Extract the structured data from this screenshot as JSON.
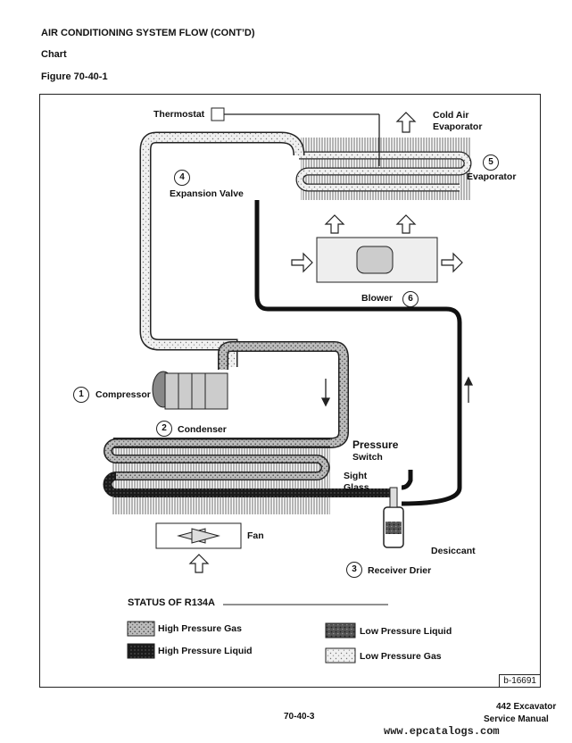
{
  "header": {
    "title": "AIR CONDITIONING SYSTEM FLOW (CONT’D)",
    "subtitle": "Chart",
    "figure": "Figure 70-40-1"
  },
  "diagram": {
    "thermostat": "Thermostat",
    "cold_air": "Cold Air",
    "evaporator_top": "Evaporator",
    "evaporator_num": "5",
    "evaporator": "Evaporator",
    "expansion_num": "4",
    "expansion_valve": "Expansion Valve",
    "blower": "Blower",
    "blower_num": "6",
    "compressor_num": "1",
    "compressor": "Compressor",
    "condenser_num": "2",
    "condenser": "Condenser",
    "pressure": "Pressure",
    "switch": "Switch",
    "sight": "Sight",
    "glass": "Glass",
    "desiccant": "Desiccant",
    "receiver_num": "3",
    "receiver_drier": "Receiver Drier",
    "fan": "Fan"
  },
  "legend": {
    "title": "STATUS OF R134A",
    "items": [
      {
        "label": "High Pressure Gas"
      },
      {
        "label": "High Pressure Liquid"
      },
      {
        "label": "Low Pressure Liquid"
      },
      {
        "label": "Low Pressure Gas"
      }
    ]
  },
  "part_number": "b-16691",
  "footer": {
    "page": "70-40-3",
    "model": "442 Excavator",
    "manual": "Service Manual",
    "website": "www.epcatalogs.com"
  }
}
